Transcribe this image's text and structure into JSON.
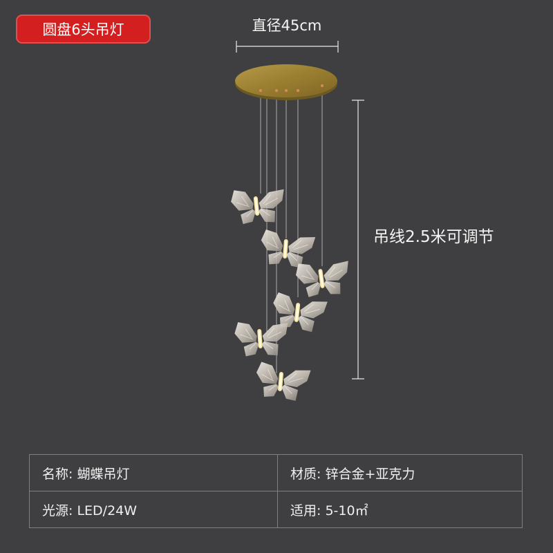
{
  "badge": {
    "text": "圆盘6头吊灯"
  },
  "dimensions": {
    "diameter": "直径45cm",
    "cord_length": "吊线2.5米可调节"
  },
  "specs": {
    "rows": [
      [
        {
          "label": "名称:",
          "value": "蝴蝶吊灯"
        },
        {
          "label": "材质:",
          "value": "锌合金+亚克力"
        }
      ],
      [
        {
          "label": "光源:",
          "value": "LED/24W"
        },
        {
          "label": "适用:",
          "value": "5-10㎡"
        }
      ]
    ]
  },
  "colors": {
    "background": "#3f3f41",
    "badge": "#d31f1f",
    "canopy": "#9e8233",
    "table_border": "#808080"
  }
}
